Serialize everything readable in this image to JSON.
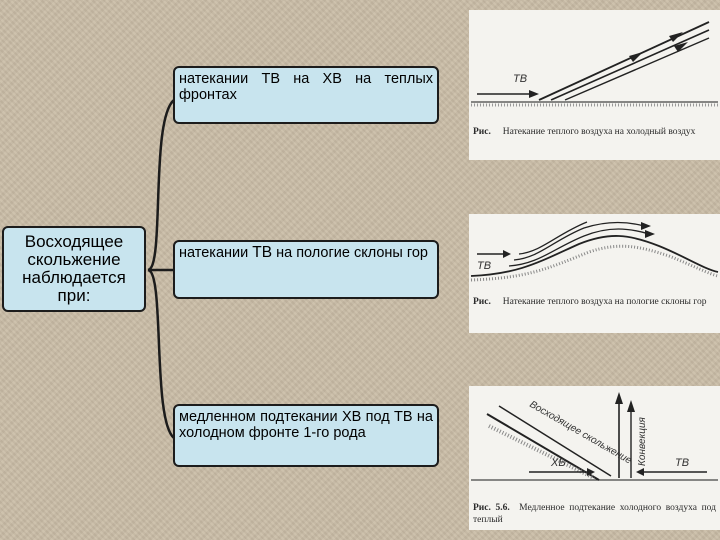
{
  "root": {
    "text": "Восходящее скольжение наблюдается при:"
  },
  "branches": [
    {
      "text": "натекании ТВ на ХВ на теплых фронтах"
    },
    {
      "text_a": "натекании ",
      "text_b": "ТВ",
      "text_c": " на пологие склоны гор"
    },
    {
      "text": "медленном подтекании ХВ под ТВ на холодном фронте 1-го рода"
    }
  ],
  "figures": [
    {
      "label": "ТВ",
      "caption_num": "Рис.",
      "caption": "Натекание теплого воздуха на холодный воздух"
    },
    {
      "label": "ТВ",
      "caption_num": "Рис.",
      "caption": "Натекание теплого воздуха на пологие склоны гор"
    },
    {
      "label_left": "ХВ",
      "label_right": "ТВ",
      "label_slide": "Восходящее скольжение",
      "label_conv": "Конвекция",
      "caption_num": "Рис. 5.6.",
      "caption": "Медленное подтекание холодного воздуха под теплый"
    }
  ]
}
